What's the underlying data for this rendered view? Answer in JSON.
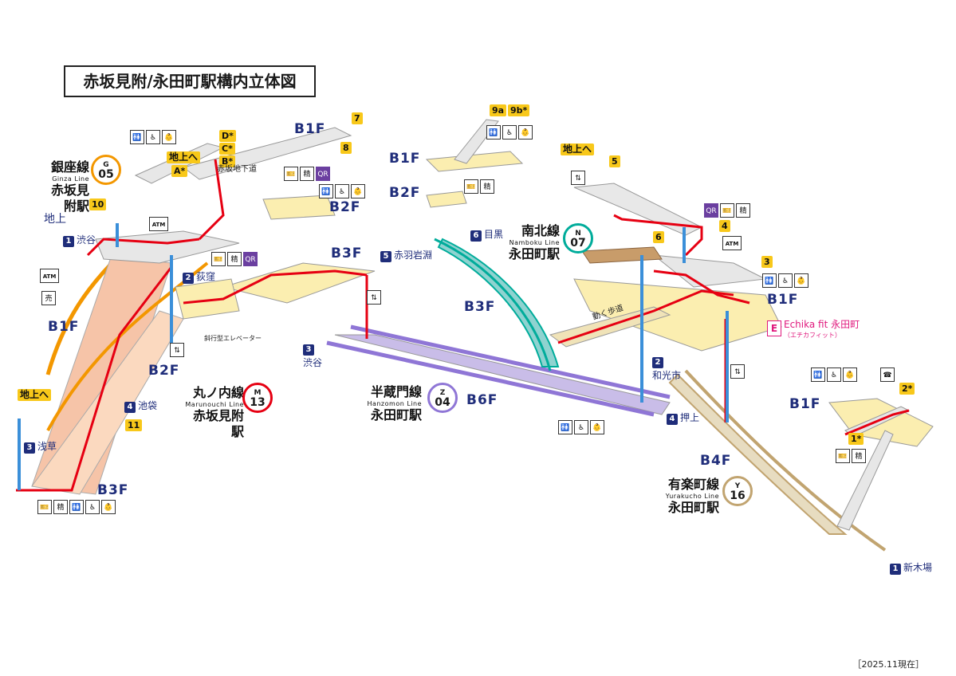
{
  "title": "赤坂見附/永田町駅構内立体図",
  "date_note": "［2025.11現在］",
  "floors": {
    "left_b1f_top": "B1F",
    "left_b1f": "B1F",
    "left_b2f": "B2F",
    "left_b3f": "B3F",
    "ground": "地上",
    "mid_b2f": "B2F",
    "mid_b3f": "B3F",
    "hanzomon_b6f": "B6F",
    "namboku_b1f": "B1F",
    "namboku_b2f": "B2F",
    "namboku_b3f": "B3F",
    "right_b1f": "B1F",
    "yurakucho_b4f": "B4F",
    "far_right_b1f": "B1F"
  },
  "exits": {
    "e7": "7",
    "e8": "8",
    "d": "D*",
    "c": "C*",
    "b": "B*",
    "a": "A*",
    "e10": "10",
    "e11": "11",
    "e9a": "9a",
    "e9b": "9b*",
    "e5": "5",
    "e4": "4",
    "e6": "6",
    "e3": "3",
    "e2": "2*",
    "e1": "1*",
    "to_ground_1": "地上へ",
    "to_ground_2": "地上へ",
    "to_ground_3": "地上へ"
  },
  "directions": {
    "shibuya_ginza": {
      "num": "1",
      "label": "渋谷"
    },
    "ogikubo": {
      "num": "2",
      "label": "荻窪"
    },
    "asakusa": {
      "num": "3",
      "label": "浅草"
    },
    "ikebukuro": {
      "num": "4",
      "label": "池袋"
    },
    "akabaneiwabuchi": {
      "num": "5",
      "label": "赤羽岩淵"
    },
    "meguro": {
      "num": "6",
      "label": "目黒"
    },
    "shibuya_hanzomon": {
      "num": "3",
      "label": "渋谷"
    },
    "oshiage": {
      "num": "4",
      "label": "押上"
    },
    "wakoshi": {
      "num": "2",
      "label": "和光市"
    },
    "shinkiba": {
      "num": "1",
      "label": "新木場"
    }
  },
  "stations": {
    "ginza": {
      "line": "銀座線",
      "en": "Ginza Line",
      "name": "赤坂見附駅",
      "letter": "G",
      "number": "05",
      "color": "#f39700"
    },
    "marunouchi": {
      "line": "丸ノ内線",
      "en": "Marunouchi Line",
      "name": "赤坂見附駅",
      "letter": "M",
      "number": "13",
      "color": "#e60012"
    },
    "hanzomon": {
      "line": "半蔵門線",
      "en": "Hanzomon Line",
      "name": "永田町駅",
      "letter": "Z",
      "number": "04",
      "color": "#8f76d6"
    },
    "namboku": {
      "line": "南北線",
      "en": "Namboku Line",
      "name": "永田町駅",
      "letter": "N",
      "number": "07",
      "color": "#00ac9b"
    },
    "yurakucho": {
      "line": "有楽町線",
      "en": "Yurakucho Line",
      "name": "永田町駅",
      "letter": "Y",
      "number": "16",
      "color": "#c1a470"
    }
  },
  "labels": {
    "akasaka_underpass": "赤坂地下道",
    "inclined_elevator": "斜行型エレベーター",
    "moving_walkway": "動く歩道",
    "atm_1": "ATM",
    "atm_2": "ATM",
    "atm_3": "ATM",
    "echika_letter": "E",
    "echika_name": "Echika fit 永田町",
    "echika_kana": "（エチカフィット）"
  },
  "icons": {
    "toilet": "🚻",
    "accessible": "♿",
    "baby": "👶",
    "phone": "☎",
    "ticket": "🎫",
    "qr": "QR",
    "elevator": "⇅",
    "fare": "精",
    "shop": "売"
  },
  "colors": {
    "route_red": "#e60012",
    "floor_blue": "#1f2d7a",
    "exit_yellow": "#f8c81a",
    "ginza_orange": "#f39700",
    "hanzomon_purple": "#8f76d6",
    "namboku_teal": "#00ac9b",
    "yurakucho_gold": "#c1a470",
    "concourse_cream": "#fbeeb0",
    "elevator_blue": "#3b8fd9"
  }
}
